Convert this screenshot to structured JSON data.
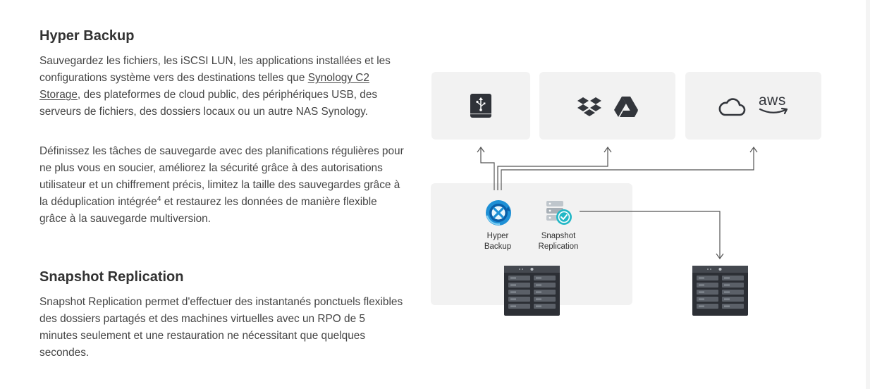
{
  "hyper_backup": {
    "title": "Hyper Backup",
    "p1_before_link": "Sauvegardez les fichiers, les iSCSI LUN, les applications installées et les configurations système vers des destinations telles que ",
    "p1_link": "Synology C2 Storage",
    "p1_after_link": ", des plateformes de cloud public, des périphériques USB, des serveurs de fichiers, des dossiers locaux ou un autre NAS Synology.",
    "p2_before_sup": "Définissez les tâches de sauvegarde avec des planifications régulières pour ne plus vous en soucier, améliorez la sécurité grâce à des autorisations utilisateur et un chiffrement précis, limitez la taille des sauvegardes grâce à la déduplication intégrée",
    "p2_sup": "4",
    "p2_after_sup": " et restaurez les données de manière flexible grâce à la sauvegarde multiversion."
  },
  "snapshot_replication": {
    "title": "Snapshot Replication",
    "p1": "Snapshot Replication permet d'effectuer des instantanés ponctuels flexibles des dossiers partagés et des machines virtuelles avec un RPO de 5 minutes seulement et une restauration ne nécessitant que quelques secondes."
  },
  "diagram": {
    "app_hyper_line1": "Hyper",
    "app_hyper_line2": "Backup",
    "app_snapshot_line1": "Snapshot",
    "app_snapshot_line2": "Replication",
    "aws_text": "aws",
    "colors": {
      "box_bg": "#f2f2f2",
      "line": "#555555",
      "nas_body": "#3a3d44",
      "hyper_accent": "#1e90d6",
      "snapshot_accent": "#22b7c6"
    },
    "icons": [
      "usb-drive-icon",
      "dropbox-icon",
      "google-drive-icon",
      "cloud-icon",
      "aws-logo",
      "hyper-backup-icon",
      "snapshot-replication-icon",
      "nas-icon"
    ]
  }
}
